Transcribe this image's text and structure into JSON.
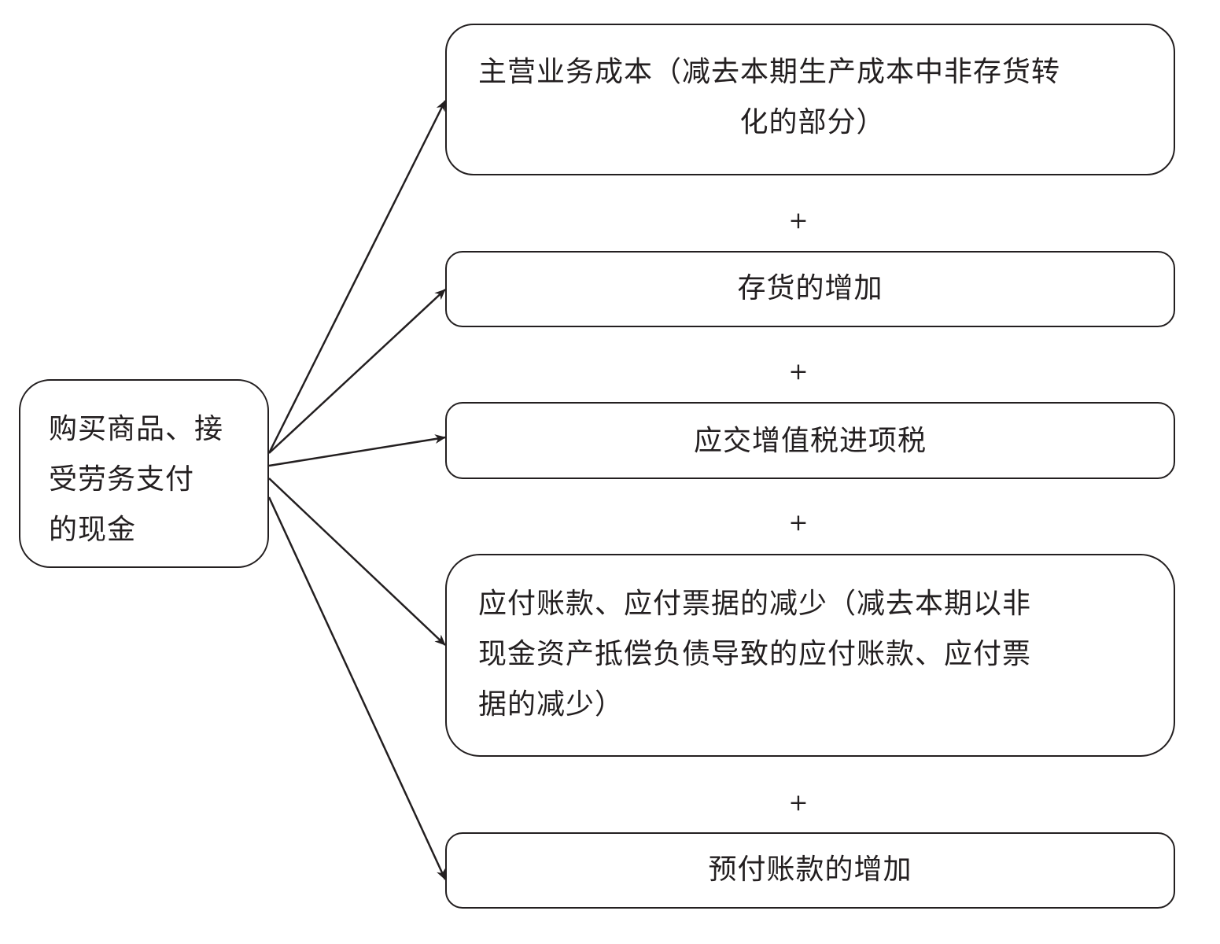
{
  "source": {
    "lines": [
      "购买商品、接",
      "受劳务支付",
      "的现金"
    ]
  },
  "targets": [
    {
      "lines": [
        "主营业务成本（减去本期生产成本中非存货转",
        "化的部分）"
      ]
    },
    {
      "lines": [
        "存货的增加"
      ]
    },
    {
      "lines": [
        "应交增值税进项税"
      ]
    },
    {
      "lines": [
        "应付账款、应付票据的减少（减去本期以非",
        "现金资产抵偿负债导致的应付账款、应付票",
        "据的减少）"
      ]
    },
    {
      "lines": [
        "预付账款的增加"
      ]
    }
  ],
  "operators": [
    "+",
    "+",
    "+",
    "+"
  ],
  "colors": {
    "stroke": "#231f20",
    "background": "#ffffff"
  }
}
